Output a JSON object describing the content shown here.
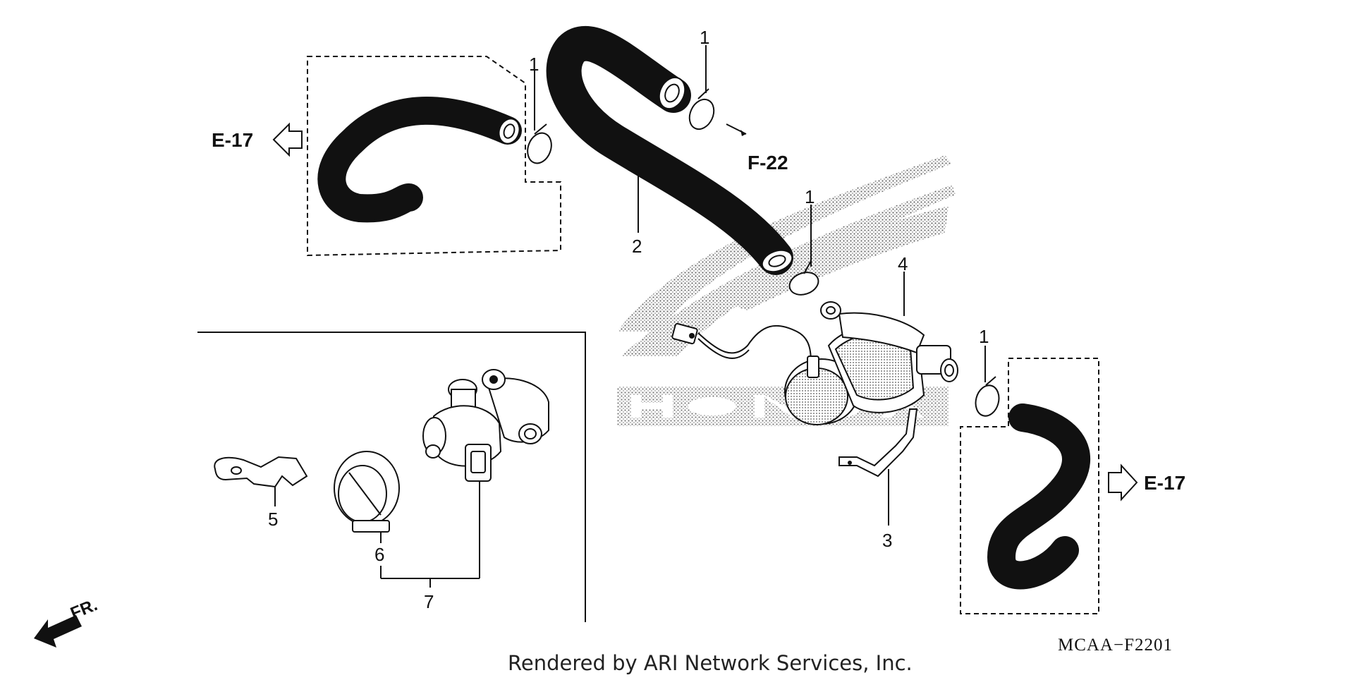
{
  "diagram": {
    "callouts": {
      "clip_a": "1",
      "clip_b": "1",
      "clip_c": "1",
      "clip_d": "1",
      "hose_b": "2",
      "stay": "3",
      "valve": "4",
      "stay_small": "5",
      "band": "6",
      "valve_assy": "7"
    },
    "refs": {
      "left_ref": "E-17",
      "right_ref": "E-17",
      "top_ref": "F-22",
      "front": "FR."
    },
    "drawing_code": "MCAA−F2201",
    "footer": "Rendered by ARI Network Services, Inc."
  }
}
